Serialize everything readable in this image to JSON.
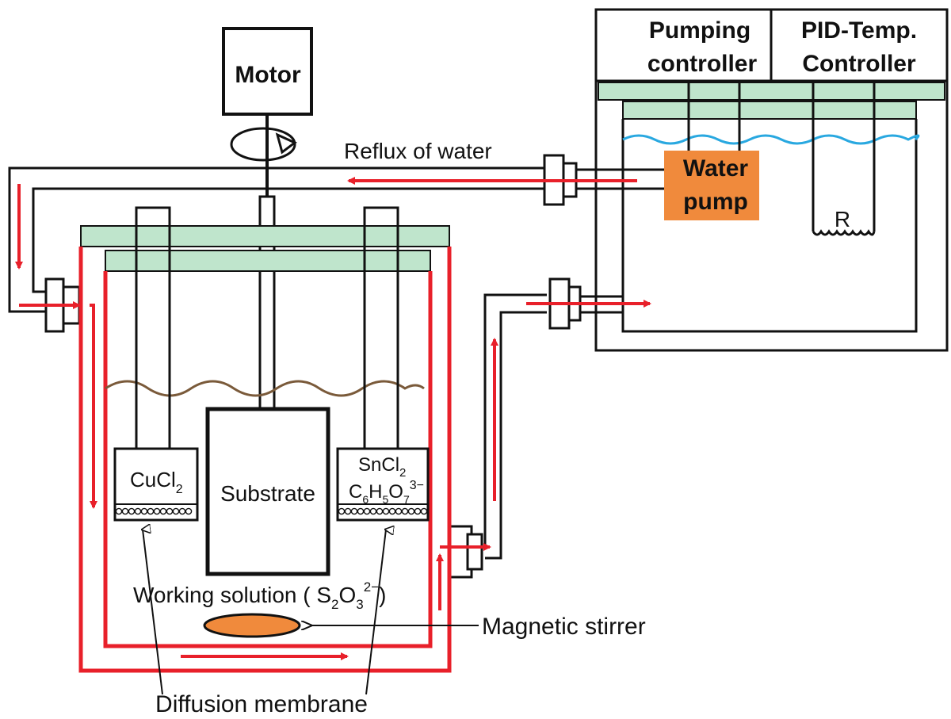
{
  "labels": {
    "motor": "Motor",
    "reflux": "Reflux of water",
    "pumping_controller_line1": "Pumping",
    "pumping_controller_line2": "controller",
    "pid_line1": "PID-Temp.",
    "pid_line2": "Controller",
    "water_pump_line1": "Water",
    "water_pump_line2": "pump",
    "resistor": "R",
    "cucl2_base": "CuCl",
    "cucl2_sub": "2",
    "substrate": "Substrate",
    "sncl2_base": "SnCl",
    "sncl2_sub": "2",
    "citrate_c": "C",
    "citrate_c_sub": "6",
    "citrate_h": "H",
    "citrate_h_sub": "5",
    "citrate_o": "O",
    "citrate_o_sub": "7",
    "citrate_charge": "3−",
    "working_solution": "Working solution ( S",
    "ws_sub1": "2",
    "ws_o": "O",
    "ws_sub2": "3",
    "ws_charge": "2−",
    "ws_close": ")",
    "magnetic_stirrer": "Magnetic stirrer",
    "diffusion_membrane": "Diffusion membrane"
  },
  "colors": {
    "flow_arrow": "#e8202a",
    "lid": "#bfe5cc",
    "water_level": "#29a8e0",
    "solution_level": "#7a5a3a",
    "pump_fill": "#f08a3c",
    "stirrer_fill": "#f08a3c",
    "line": "#111111"
  }
}
